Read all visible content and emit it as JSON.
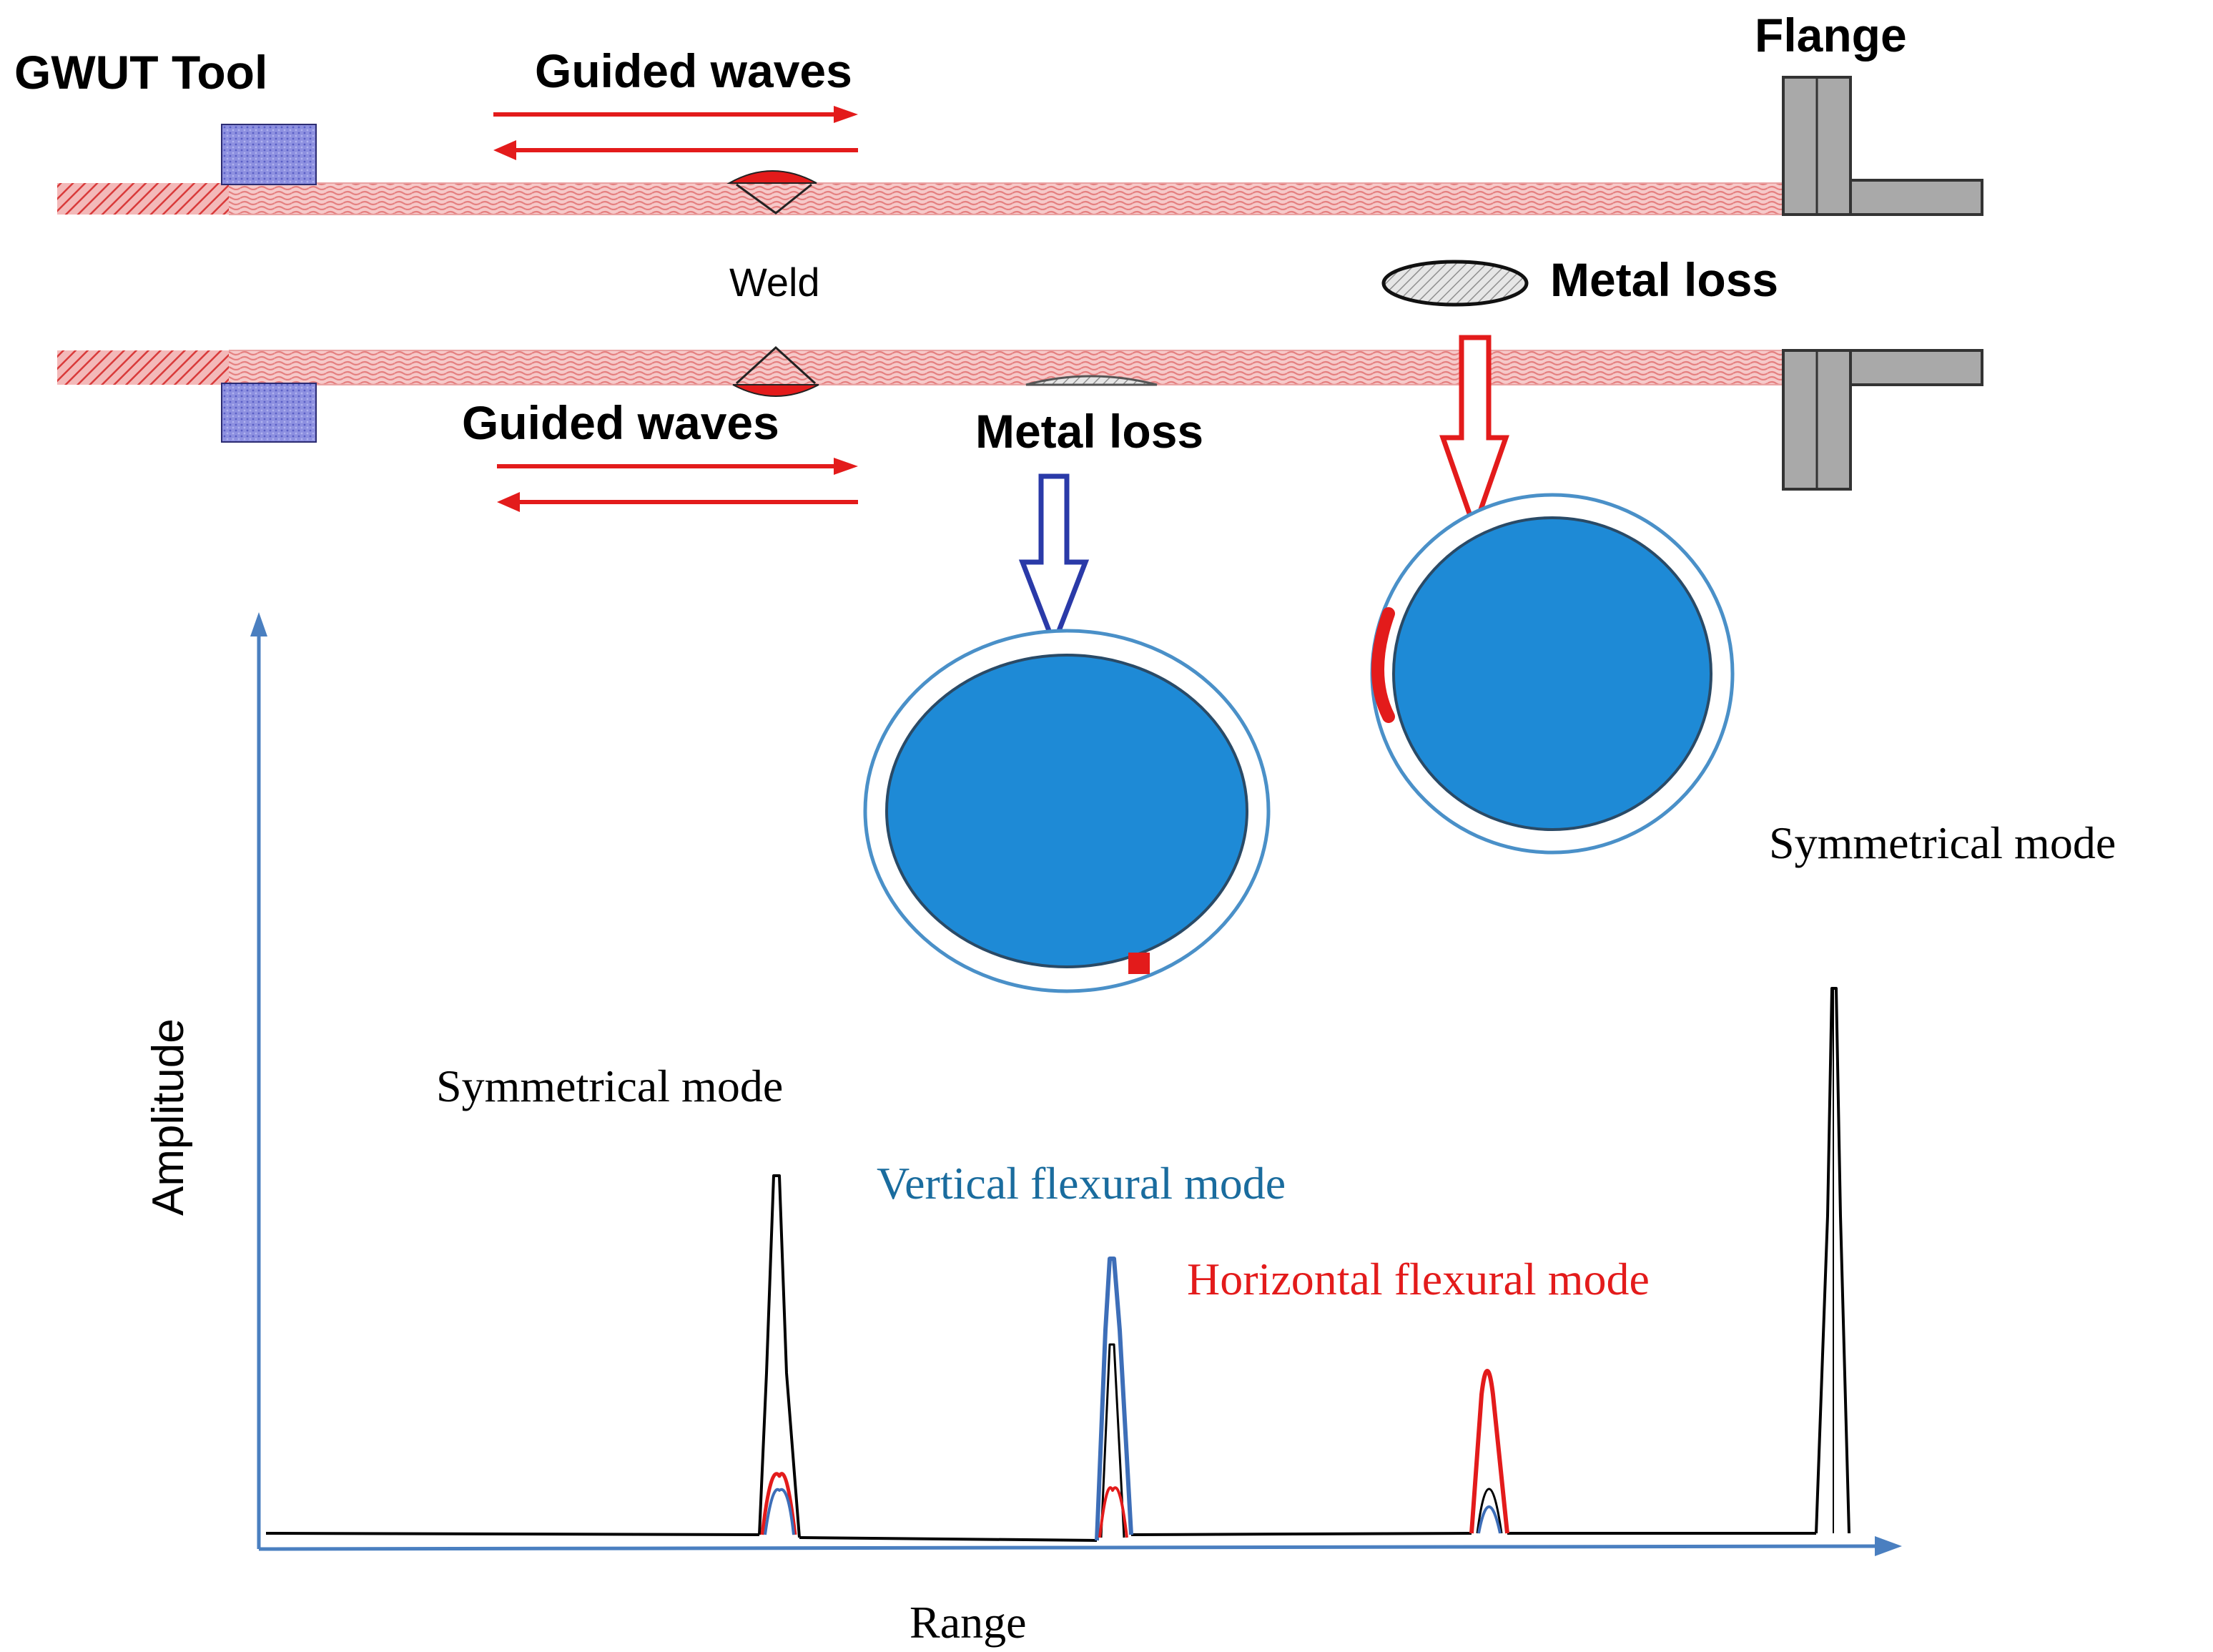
{
  "labels": {
    "tool": "GWUT Tool",
    "waves_top": "Guided waves",
    "flange": "Flange",
    "weld": "Weld",
    "metal_loss_right": "Metal loss",
    "waves_bottom": "Guided waves",
    "metal_loss_mid": "Metal loss",
    "symmetrical_mode_right": "Symmetrical mode",
    "symmetrical_mode_left": "Symmetrical mode",
    "vertical_flexural_mode": "Vertical flexural mode",
    "horizontal_flexural_mode": "Horizontal flexural mode",
    "y_axis": "Amplitude",
    "x_axis": "Range"
  },
  "colors": {
    "pipe_fill": "#f6c9c9",
    "pipe_wave": "#e77a7a",
    "transducer": "#7b7fd8",
    "flange": "#a9a9a9",
    "arrow_red": "#e31b1b",
    "arrow_blue": "#2a3aa8",
    "cross_section": "#1e8ad6",
    "axis": "#4a7fc0",
    "vertical_mode_text": "#1a6c9e",
    "horizontal_mode_text": "#e31b1b",
    "signal_black": "#000000",
    "signal_blue": "#3d6eb8",
    "signal_red": "#e31b1b"
  }
}
